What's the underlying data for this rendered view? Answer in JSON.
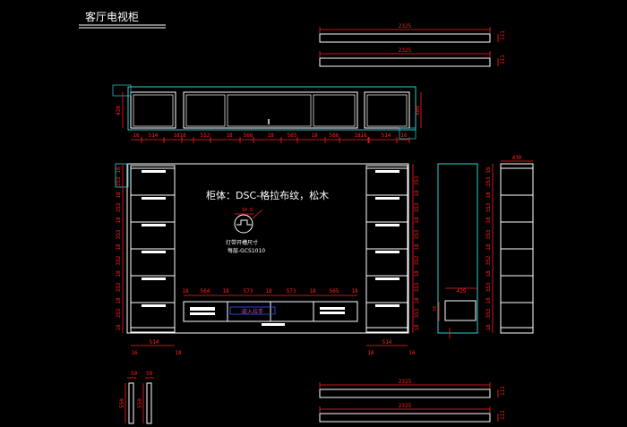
{
  "drawing": {
    "title": "客厅电视柜",
    "material_note": "柜体：DSC-格拉布纹，松木",
    "lamp_hole_label_1": "灯带开槽尺寸",
    "lamp_hole_label_2": "每层-GCS1010",
    "lamp_hole_dim": "10.0",
    "drawer_handle_label": "嵌入拉手"
  },
  "dimensions": {
    "top_strip_1": "2325",
    "top_strip_1_h": "111",
    "top_strip_2": "2325",
    "top_strip_2_h": "111",
    "bottom_strip_1": "2325",
    "bottom_strip_1_h": "111",
    "bottom_strip_2": "2325",
    "bottom_strip_2_h": "111",
    "top_cab_height_left": "430",
    "top_cab_height_right": "400",
    "top_cab_row": [
      "16",
      "514",
      "18",
      "18",
      "552",
      "18",
      "566",
      "18",
      "565",
      "18",
      "566",
      "18",
      "18",
      "514",
      "16"
    ],
    "main_left_col": [
      "16",
      "353",
      "18",
      "353",
      "18",
      "353",
      "18",
      "352",
      "18",
      "353",
      "18",
      "353",
      "18"
    ],
    "main_right_col": [
      "353",
      "18",
      "353",
      "18",
      "353",
      "18",
      "352",
      "18",
      "353",
      "18",
      "353",
      "18"
    ],
    "base_row_top": [
      "18",
      "564",
      "18",
      "573",
      "18",
      "573",
      "18",
      "565",
      "18"
    ],
    "base_left_w": "514",
    "base_right_w": "514",
    "base_left_small": "16",
    "base_left_small2": "18",
    "base_right_small": "18",
    "base_right_small2": "16",
    "side_depth": "429",
    "side_top": "430",
    "side_small": "18",
    "piece_w1": "50",
    "piece_w2": "50",
    "piece_h1": "550",
    "piece_h2": "550"
  },
  "colors": {
    "background": "#000000",
    "line": "#ffffff",
    "dimension": "#ff2020",
    "cyan": "#33cccc",
    "magenta": "#cc44cc",
    "blue": "#3355ff"
  }
}
